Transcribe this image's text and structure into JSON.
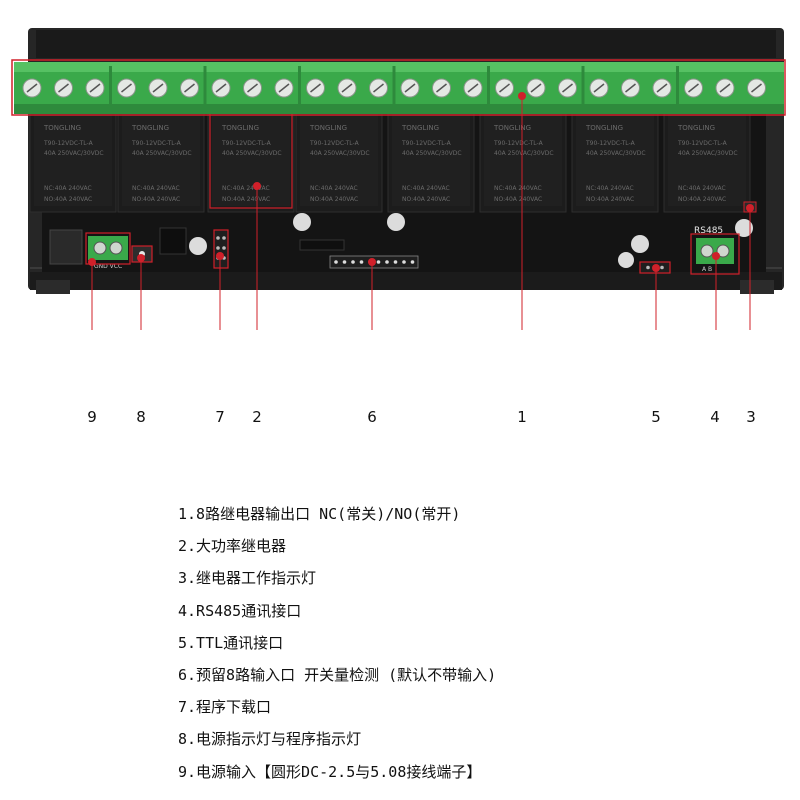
{
  "callouts": [
    {
      "num": "9"
    },
    {
      "num": "8"
    },
    {
      "num": "7"
    },
    {
      "num": "2"
    },
    {
      "num": "6"
    },
    {
      "num": "1"
    },
    {
      "num": "5"
    },
    {
      "num": "4"
    },
    {
      "num": "3"
    }
  ],
  "relay_print": {
    "brand": "TONGLING",
    "model": "T90-12VDC-TL-A",
    "rating": "40A 250VAC/30VDC",
    "nc_rating": "NC:40A 240VAC",
    "no_rating": "NO:40A 240VAC"
  },
  "pcb_labels": {
    "rs485": "RS485",
    "rs485_pins": "A  B",
    "power_pins": "GND VCC"
  },
  "legend": [
    "1.8路继电器输出口 NC(常关)/NO(常开)",
    "2.大功率继电器",
    "3.继电器工作指示灯",
    "4.RS485通讯接口",
    "5.TTL通讯接口",
    "6.预留8路输入口 开关量检测 (默认不带输入)",
    "7.程序下载口",
    "8.电源指示灯与程序指示灯",
    "9.电源输入【圆形DC-2.5与5.08接线端子】"
  ],
  "colors": {
    "callout_red": "#d0202a",
    "terminal_green": "#3aa94a",
    "relay_black": "#1c1c1c",
    "rail_black": "#222222",
    "pcb_dark": "#151515"
  }
}
